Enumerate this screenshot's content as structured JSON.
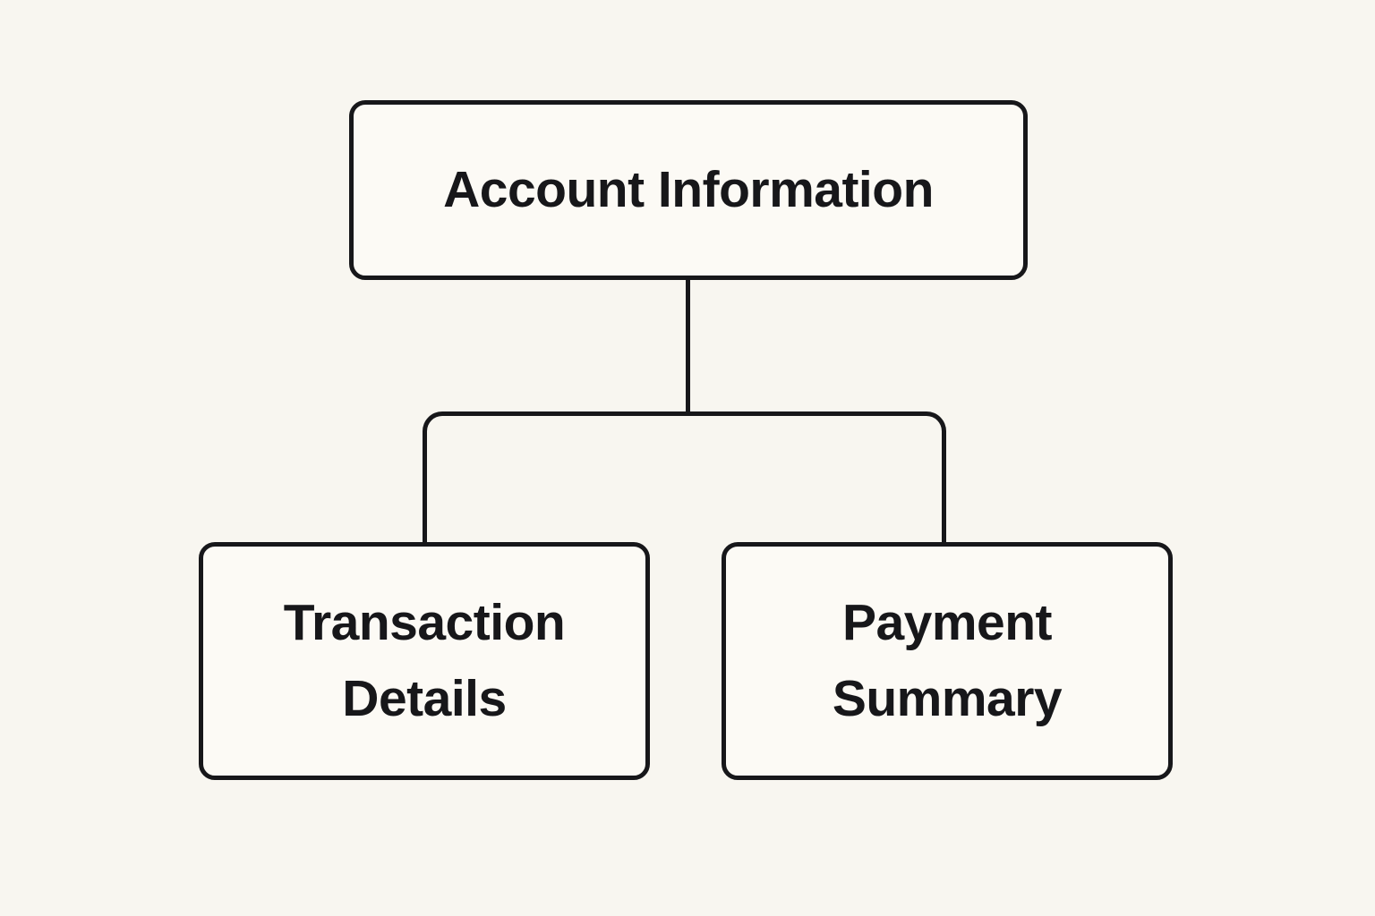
{
  "diagram": {
    "type": "hierarchy",
    "colors": {
      "background": "#f8f6f0",
      "node_fill": "#fcfaf5",
      "stroke": "#17171a",
      "text": "#17171a"
    },
    "nodes": {
      "root": {
        "id": "root",
        "label": "Account Information"
      },
      "left": {
        "id": "left",
        "label": "Transaction Details"
      },
      "right": {
        "id": "right",
        "label": "Payment Summary"
      }
    },
    "edges": [
      {
        "from": "root",
        "to": "left"
      },
      {
        "from": "root",
        "to": "right"
      }
    ]
  }
}
